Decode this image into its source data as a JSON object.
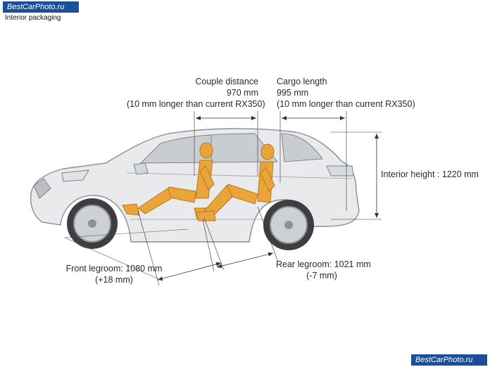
{
  "watermark": {
    "top": "BestCarPhoto.ru",
    "bottom": "BestCarPhoto.ru"
  },
  "title": "Interior packaging",
  "couple": {
    "label": "Couple distance",
    "value": "970 mm",
    "note": "(10 mm longer than current RX350)"
  },
  "cargo": {
    "label": "Cargo length",
    "value": "995 mm",
    "note": "(10 mm longer than current RX350)"
  },
  "height": {
    "label": "Interior height : 1220 mm"
  },
  "front": {
    "label": "Front legroom: 1080 mm",
    "note": "(+18 mm)"
  },
  "rear": {
    "label": "Rear legroom: 1021 mm",
    "note": "(-7 mm)"
  },
  "colors": {
    "car_body": "#e9eaec",
    "car_line": "#8b8e93",
    "dummy": "#e9a53a",
    "dummy_dark": "#b9781e",
    "dimension": "#333333",
    "watermark": "#1b4f9c"
  }
}
